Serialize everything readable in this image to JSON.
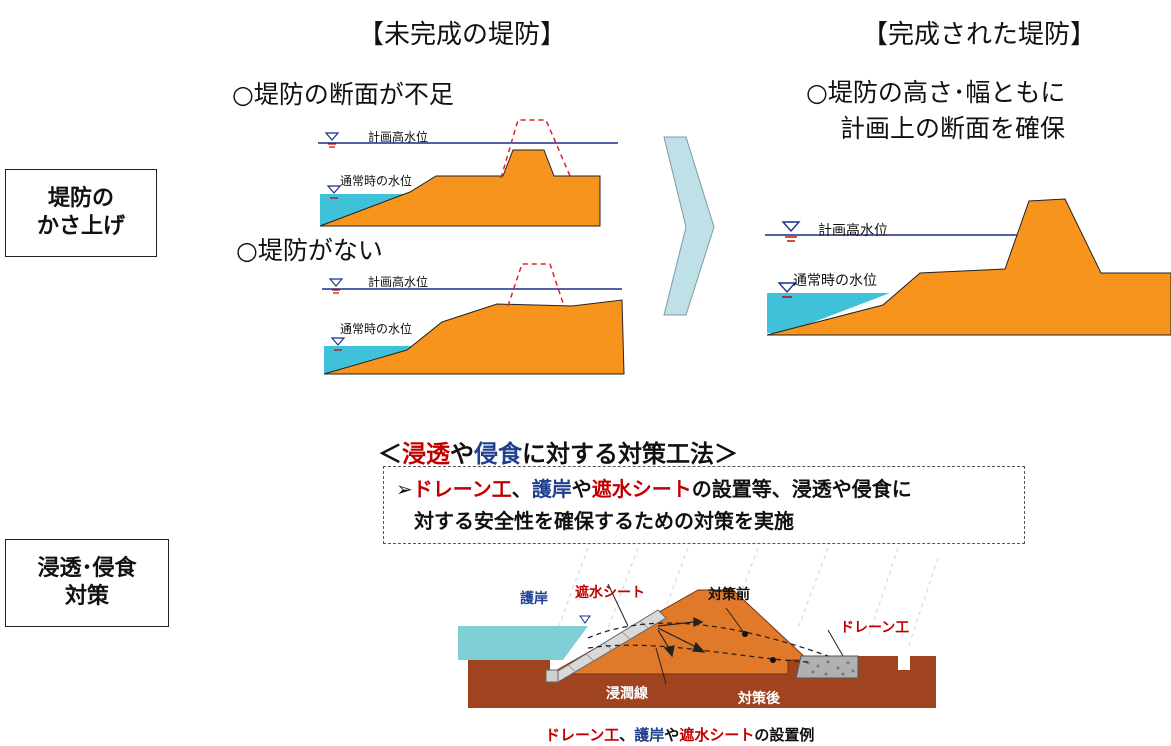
{
  "top": {
    "left_heading": "【未完成の堤防】",
    "right_heading": "【完成された堤防】",
    "case1_title": "○堤防の断面が不足",
    "case2_title": "○堤防がない",
    "complete_title_line1": "○堤防の高さ･幅ともに",
    "complete_title_line2": "計画上の断面を確保",
    "plan_water_level": "計画高水位",
    "normal_water_level": "通常時の水位"
  },
  "labels": {
    "raise_line1": "堤防の",
    "raise_line2": "かさ上げ",
    "seepage_line1": "浸透･侵食",
    "seepage_line2": "対策"
  },
  "countermeasure": {
    "title_prefix": "＜",
    "title_w1": "浸透",
    "title_w2": "や",
    "title_w3": "侵食",
    "title_w4": "に対する対策工法＞",
    "b1_mark": "➢",
    "b1_w1": "ドレーン工",
    "b1_w2": "、",
    "b1_w3": "護岸",
    "b1_w4": "や",
    "b1_w5": "遮水シート",
    "b1_w6": "の設置等、浸透や侵食に",
    "b2": "対する安全性を確保するための対策を実施"
  },
  "diagram": {
    "revetment": "護岸",
    "sheet": "遮水シート",
    "before": "対策前",
    "drain": "ドレーン工",
    "seepage_line": "浸潤線",
    "after": "対策後"
  },
  "caption": {
    "w1": "ドレーン工",
    "w2": "、",
    "w3": "護岸",
    "w4": "や",
    "w5": "遮水シート",
    "w6": "の設置例"
  },
  "colors": {
    "embankment": "#f7941d",
    "water": "#3fc1d9",
    "ground": "#a0431f",
    "plan_line": "#1a2f8a",
    "arrow": "#bfe0e6",
    "accent_red": "#c00000",
    "accent_blue": "#1f3f8f"
  }
}
